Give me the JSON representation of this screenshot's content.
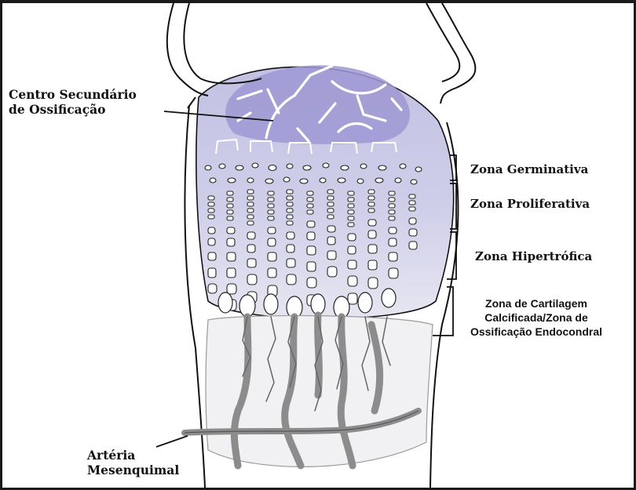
{
  "labels": {
    "centro_line1": "Centro Secundário",
    "centro_line2": "de Ossificação",
    "zona_germinativa": "Zona Germinativa",
    "zona_proliferativa": "Zona Proliferativa",
    "zona_hipertrofica": "Zona Hipertrófica",
    "zona_cartilagem_line1": "Zona de Cartilagem",
    "zona_cartilagem_line2": "Calcificada/Zona de",
    "zona_cartilagem_line3": "Ossificação Endocondral",
    "arteria_line1": "Artéria",
    "arteria_line2": "Mesenquimal"
  },
  "colors": {
    "cartilage_lavender": "#c9c8e6",
    "ossification_center": "#9d98d2",
    "bone_gray": "#8c8c8c",
    "outline": "#111111"
  }
}
